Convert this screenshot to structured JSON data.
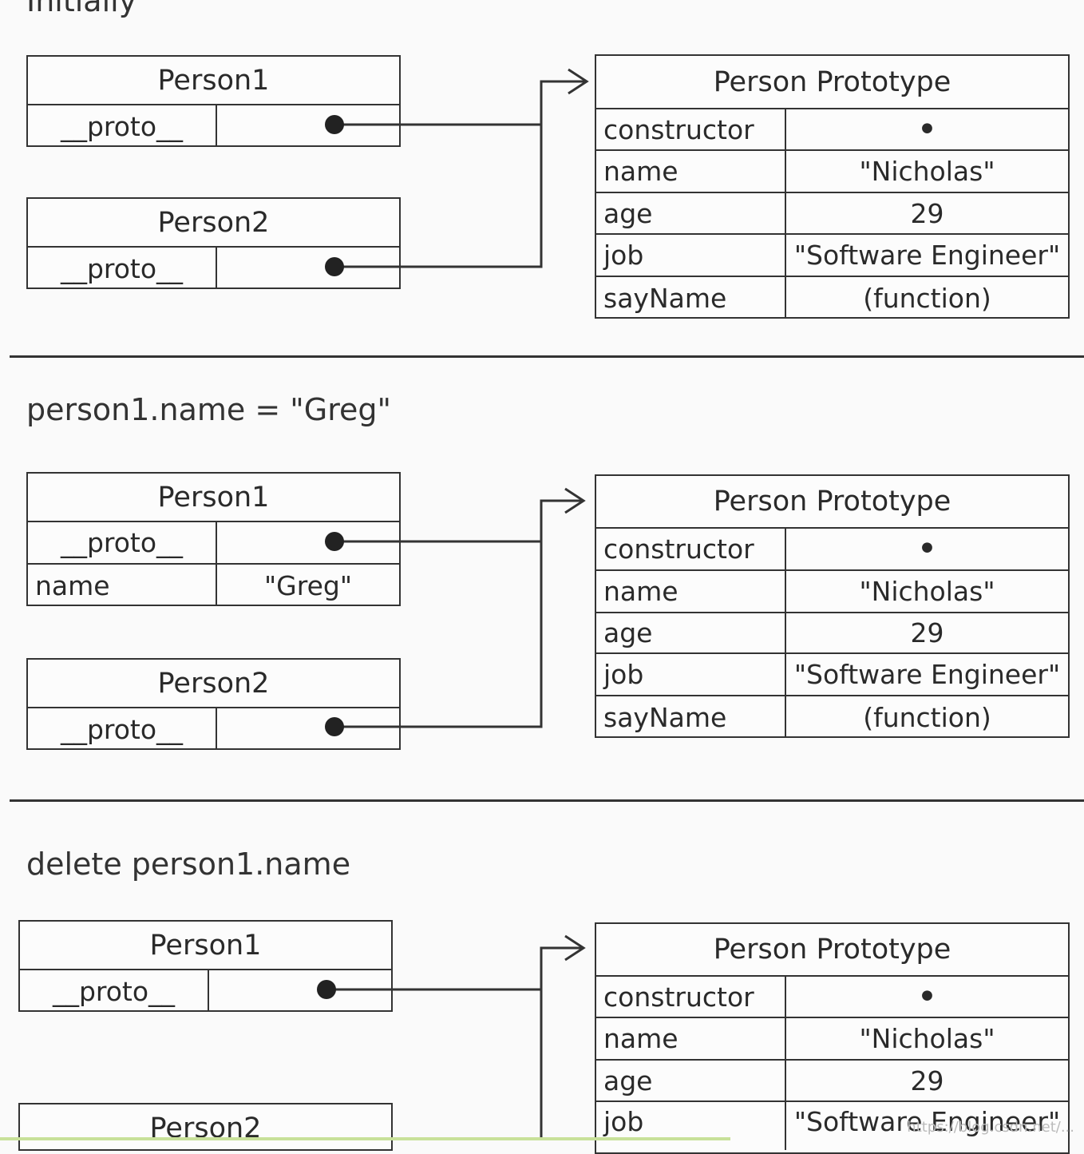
{
  "sections": [
    {
      "caption": "Initially",
      "person1": {
        "title": "Person1",
        "proto_label": "__proto__"
      },
      "person2": {
        "title": "Person2",
        "proto_label": "__proto__"
      },
      "prototype": {
        "title": "Person Prototype",
        "rows": [
          {
            "key": "constructor",
            "value": "•"
          },
          {
            "key": "name",
            "value": "\"Nicholas\""
          },
          {
            "key": "age",
            "value": "29"
          },
          {
            "key": "job",
            "value": "\"Software Engineer\""
          },
          {
            "key": "sayName",
            "value": "(function)"
          }
        ]
      }
    },
    {
      "caption": "person1.name = \"Greg\"",
      "person1": {
        "title": "Person1",
        "proto_label": "__proto__",
        "extra_key": "name",
        "extra_value": "\"Greg\""
      },
      "person2": {
        "title": "Person2",
        "proto_label": "__proto__"
      },
      "prototype": {
        "title": "Person Prototype",
        "rows": [
          {
            "key": "constructor",
            "value": "•"
          },
          {
            "key": "name",
            "value": "\"Nicholas\""
          },
          {
            "key": "age",
            "value": "29"
          },
          {
            "key": "job",
            "value": "\"Software Engineer\""
          },
          {
            "key": "sayName",
            "value": "(function)"
          }
        ]
      }
    },
    {
      "caption": "delete person1.name",
      "person1": {
        "title": "Person1",
        "proto_label": "__proto__"
      },
      "person2": {
        "title": "Person2"
      },
      "prototype": {
        "title": "Person Prototype",
        "rows": [
          {
            "key": "constructor",
            "value": "•"
          },
          {
            "key": "name",
            "value": "\"Nicholas\""
          },
          {
            "key": "age",
            "value": "29"
          },
          {
            "key": "job",
            "value": "\"Software Engineer\""
          }
        ]
      }
    }
  ],
  "watermark": "https://blog.csdn.net/..."
}
